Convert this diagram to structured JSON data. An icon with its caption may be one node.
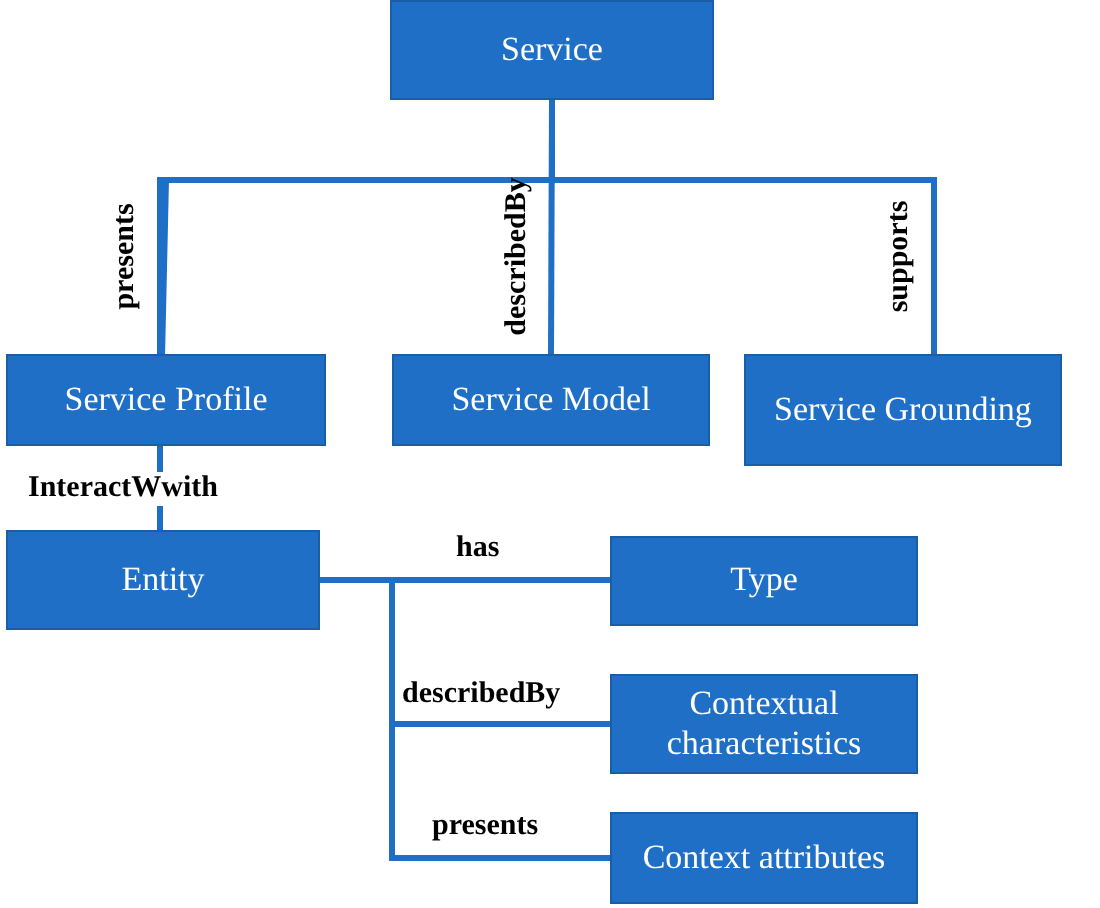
{
  "diagram": {
    "nodes": [
      {
        "text": [
          "Service"
        ]
      },
      {
        "text": [
          "Service Profile"
        ]
      },
      {
        "text": [
          "Service Model"
        ]
      },
      {
        "text": [
          "Service Grounding"
        ]
      },
      {
        "text": [
          "Entity"
        ]
      },
      {
        "text": [
          "Type"
        ]
      },
      {
        "text": [
          "Contextual characteristics"
        ]
      },
      {
        "text": [
          "Context attributes"
        ]
      }
    ],
    "edges": [
      {
        "from": 0,
        "to": 1,
        "arrow": "none",
        "label": "presents"
      },
      {
        "from": 0,
        "to": 2,
        "arrow": "none",
        "label": "describedBy"
      },
      {
        "from": 0,
        "to": 3,
        "arrow": "none",
        "label": "supports"
      },
      {
        "from": 1,
        "to": 4,
        "arrow": "none",
        "label": "InteractWwith"
      },
      {
        "from": 4,
        "to": 5,
        "arrow": "none",
        "label": "has"
      },
      {
        "from": 4,
        "to": 6,
        "arrow": "none",
        "label": "describedBy"
      },
      {
        "from": 4,
        "to": 7,
        "arrow": "none",
        "label": "presents"
      }
    ]
  }
}
